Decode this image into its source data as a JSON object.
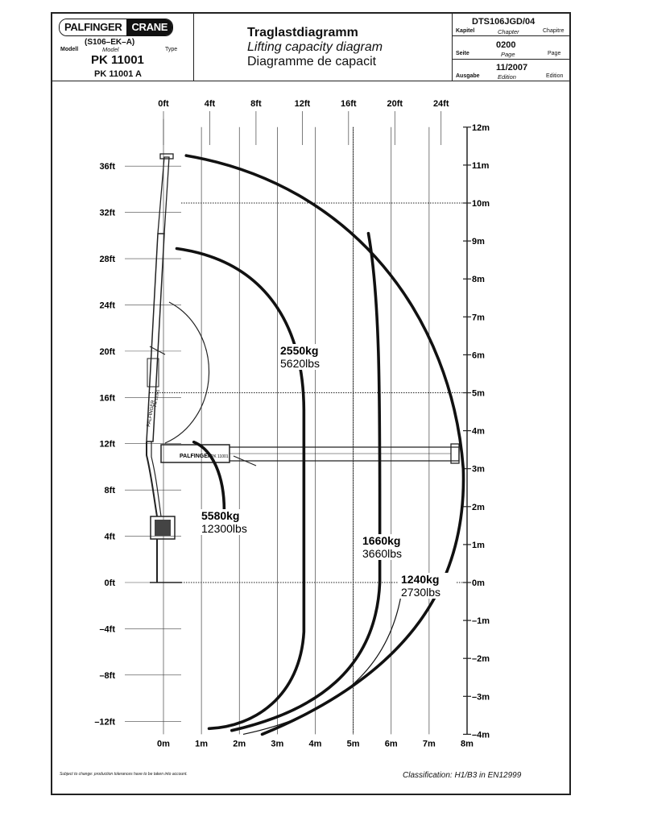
{
  "header": {
    "logo_left": "PALFINGER",
    "logo_right": "CRANE",
    "model_code": "(S106–EK–A)",
    "label_modell": "Modell",
    "label_model": "Model",
    "label_type": "Type",
    "model_main": "PK 11001",
    "model_alt": "PK 11001 A",
    "title_de": "Traglastdiagramm",
    "title_en": "Lifting capacity diagram",
    "title_fr": "Diagramme de capacit",
    "doc_code": "DTS106JGD/04",
    "row1": [
      "Kapitel",
      "Chapter",
      "Chapitre"
    ],
    "page_no": "0200",
    "row2": [
      "Seite",
      "Page",
      "Page"
    ],
    "edition": "11/2007",
    "row3": [
      "Ausgabe",
      "Edition",
      "Edition"
    ]
  },
  "chart_data": {
    "type": "load-chart",
    "x_ticks_m": [
      "0m",
      "1m",
      "2m",
      "3m",
      "4m",
      "5m",
      "6m",
      "7m",
      "8m"
    ],
    "x_ticks_ft": [
      "0ft",
      "4ft",
      "8ft",
      "12ft",
      "16ft",
      "20ft",
      "24ft"
    ],
    "y_ticks_m": [
      "12m",
      "11m",
      "10m",
      "9m",
      "8m",
      "7m",
      "6m",
      "5m",
      "4m",
      "3m",
      "2m",
      "1m",
      "0m",
      "–1m",
      "–2m",
      "–3m",
      "–4m"
    ],
    "y_ticks_ft": [
      "36ft",
      "32ft",
      "28ft",
      "24ft",
      "20ft",
      "16ft",
      "12ft",
      "8ft",
      "4ft",
      "0ft",
      "–4ft",
      "–8ft",
      "–12ft"
    ],
    "xlim": [
      0,
      8
    ],
    "ylim": [
      -4,
      12
    ],
    "zones": [
      {
        "kg": "5580kg",
        "lbs": "12300lbs",
        "reach_m": 1.6
      },
      {
        "kg": "2550kg",
        "lbs": "5620lbs",
        "reach_m": 3.7
      },
      {
        "kg": "1660kg",
        "lbs": "3660lbs",
        "reach_m": 5.7
      },
      {
        "kg": "1240kg",
        "lbs": "2730lbs",
        "reach_m": 7.9
      }
    ],
    "boom_label": "PALFINGER",
    "boom_model": "PK 11001"
  },
  "footer": {
    "note": "Subject to change: production tolerances have to be taken into account.",
    "classification": "Classification: H1/B3 in EN12999"
  }
}
